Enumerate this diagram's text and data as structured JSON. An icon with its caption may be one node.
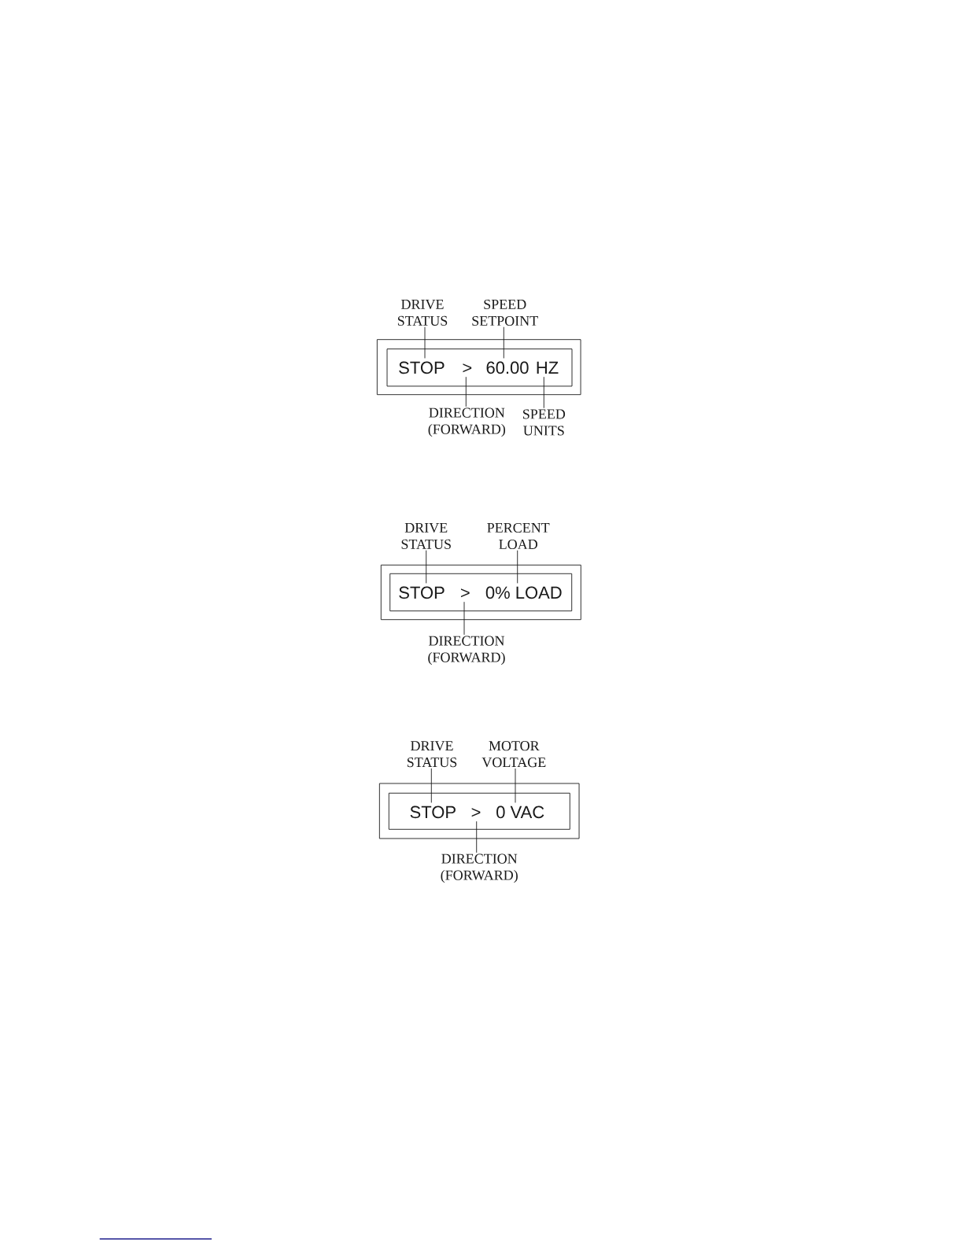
{
  "diagram": {
    "nodes": [
      {
        "text": [
          "DRIVE STATUS"
        ]
      },
      {
        "text": [
          "SPEED SETPOINT"
        ]
      },
      {
        "text": [],
        "shape": "box"
      },
      {
        "text": [],
        "shape": "box",
        "in": 2
      },
      {
        "text": [
          "STOP"
        ],
        "in": 3
      },
      {
        "text": [
          ">"
        ],
        "in": 3
      },
      {
        "text": [
          "60.00"
        ],
        "in": 3
      },
      {
        "text": [
          "HZ"
        ],
        "in": 3
      },
      {
        "text": [
          "DIRECTION (FORWARD)"
        ]
      },
      {
        "text": [
          "SPEED UNITS"
        ]
      },
      {
        "text": [
          "DRIVE STATUS"
        ]
      },
      {
        "text": [
          "PERCENT LOAD"
        ]
      },
      {
        "text": [],
        "shape": "box"
      },
      {
        "text": [],
        "shape": "box",
        "in": 12
      },
      {
        "text": [
          "STOP"
        ],
        "in": 13
      },
      {
        "text": [
          ">"
        ],
        "in": 13
      },
      {
        "text": [
          "0% LOAD"
        ],
        "in": 13
      },
      {
        "text": [
          "DIRECTION (FORWARD)"
        ]
      },
      {
        "text": [
          "DRIVE STATUS"
        ]
      },
      {
        "text": [
          "MOTOR VOLTAGE"
        ]
      },
      {
        "text": [],
        "shape": "box"
      },
      {
        "text": [],
        "shape": "box",
        "in": 20
      },
      {
        "text": [
          "STOP"
        ],
        "in": 21
      },
      {
        "text": [
          ">"
        ],
        "in": 21
      },
      {
        "text": [
          "0 VAC"
        ],
        "in": 21
      },
      {
        "text": [
          "DIRECTION (FORWARD)"
        ]
      }
    ],
    "edges": [
      {
        "from": 0,
        "to": 4,
        "arrow": "none"
      },
      {
        "from": 1,
        "to": 6,
        "arrow": "none"
      },
      {
        "from": 8,
        "to": 5,
        "arrow": "none"
      },
      {
        "from": 9,
        "to": 7,
        "arrow": "none"
      },
      {
        "from": 10,
        "to": 14,
        "arrow": "none"
      },
      {
        "from": 11,
        "to": 16,
        "arrow": "none"
      },
      {
        "from": 17,
        "to": 15,
        "arrow": "none"
      },
      {
        "from": 18,
        "to": 22,
        "arrow": "none"
      },
      {
        "from": 19,
        "to": 24,
        "arrow": "none"
      },
      {
        "from": 25,
        "to": 23,
        "arrow": "none"
      }
    ]
  }
}
